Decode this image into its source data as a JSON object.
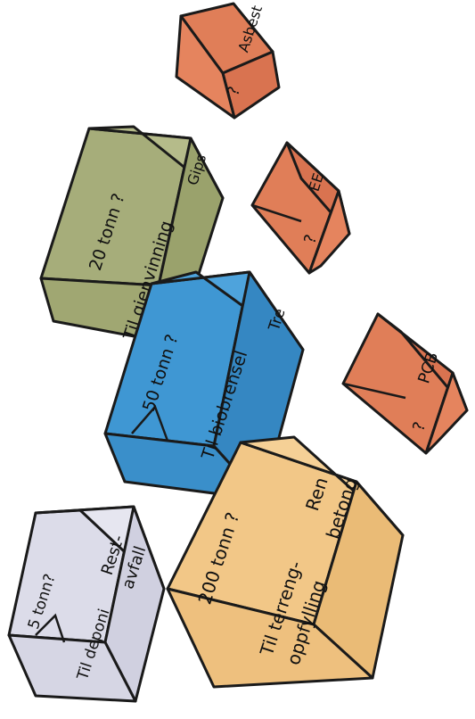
{
  "colors": {
    "orange": "#e07e58",
    "green": "#a6ad7a",
    "blue": "#3f97d3",
    "tan": "#f2c787",
    "lavender": "#dcdce9",
    "outline": "#1a1a1a"
  },
  "boxes": {
    "asbest": {
      "top": "Asbest",
      "side": "?"
    },
    "ee": {
      "top": "EE",
      "side": "?"
    },
    "pcb": {
      "top": "PCB",
      "side": "?"
    },
    "gips": {
      "top": "Gips",
      "front": "20 tonn ?",
      "side": "Til gjenvinning"
    },
    "tre": {
      "top": "Tre",
      "front": "50 tonn ?",
      "side": "Til biobrensel"
    },
    "betong": {
      "top_line1": "Ren",
      "top_line2": "betong",
      "front": "200 tonn ?",
      "side_line1": "Til terreng-",
      "side_line2": "oppfylling"
    },
    "restavfall": {
      "top_line1": "Rest-",
      "top_line2": "avfall",
      "front": "5 tonn?",
      "side": "Til deponi"
    }
  }
}
